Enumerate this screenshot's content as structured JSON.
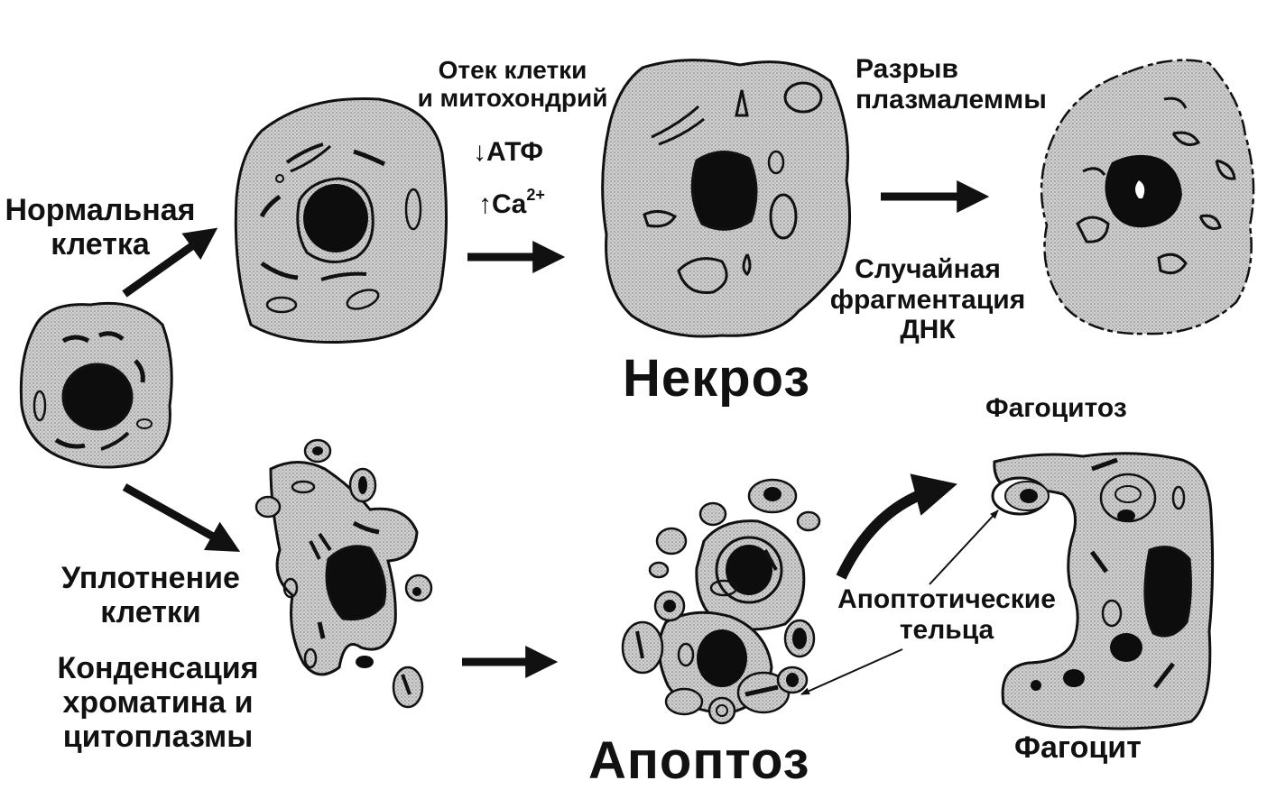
{
  "labels": {
    "normal_cell": [
      "Нормальная",
      "клетка"
    ],
    "swelling": [
      "Отек клетки",
      "и митохондрий"
    ],
    "atp": "АТФ",
    "ca": "Ca",
    "ca_sup": "2+",
    "membrane_rupture": [
      "Разрыв",
      "плазмалеммы"
    ],
    "random_dna": [
      "Случайная",
      "фрагментация",
      "ДНК"
    ],
    "necrosis": "Некроз",
    "phagocytosis": "Фагоцитоз",
    "cell_shrinkage": [
      "Уплотнение",
      "клетки"
    ],
    "condensation": [
      "Конденсация",
      "хроматина и",
      "цитоплазмы"
    ],
    "apoptotic_bodies": [
      "Апоптотические",
      "тельца"
    ],
    "apoptosis": "Апоптоз",
    "phagocyte": "Фагоцит"
  },
  "colors": {
    "ink": "#111111",
    "cytoplasm": "#c8c8c8",
    "cytoplasm_light": "#d6d6d6",
    "nucleus": "#0d0d0d",
    "background": "#ffffff"
  },
  "icons": {
    "down_arrow": "down-arrow-icon",
    "up_arrow": "up-arrow-icon"
  }
}
